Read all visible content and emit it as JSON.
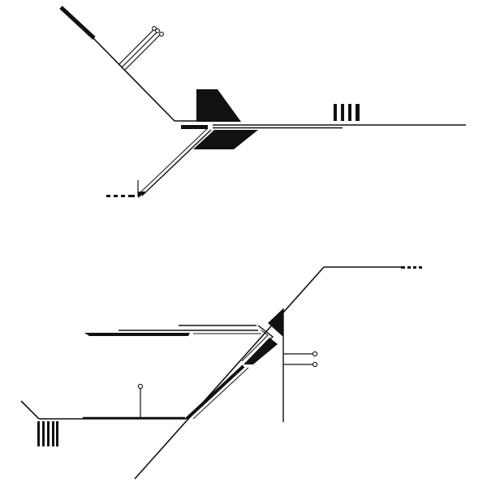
{
  "artwork": {
    "description_visible_text": "",
    "colors": {
      "background": "#ffffff",
      "ink": "#111111"
    },
    "motifs": {
      "top": [
        "circuit-trace-group",
        "solid-wedge-shapes",
        "bar-glyph-group",
        "dashed-terminal"
      ],
      "bottom": [
        "circuit-trace-group",
        "solid-wedge-shapes",
        "bar-glyph-group",
        "dashed-terminal",
        "node-pins"
      ]
    }
  }
}
